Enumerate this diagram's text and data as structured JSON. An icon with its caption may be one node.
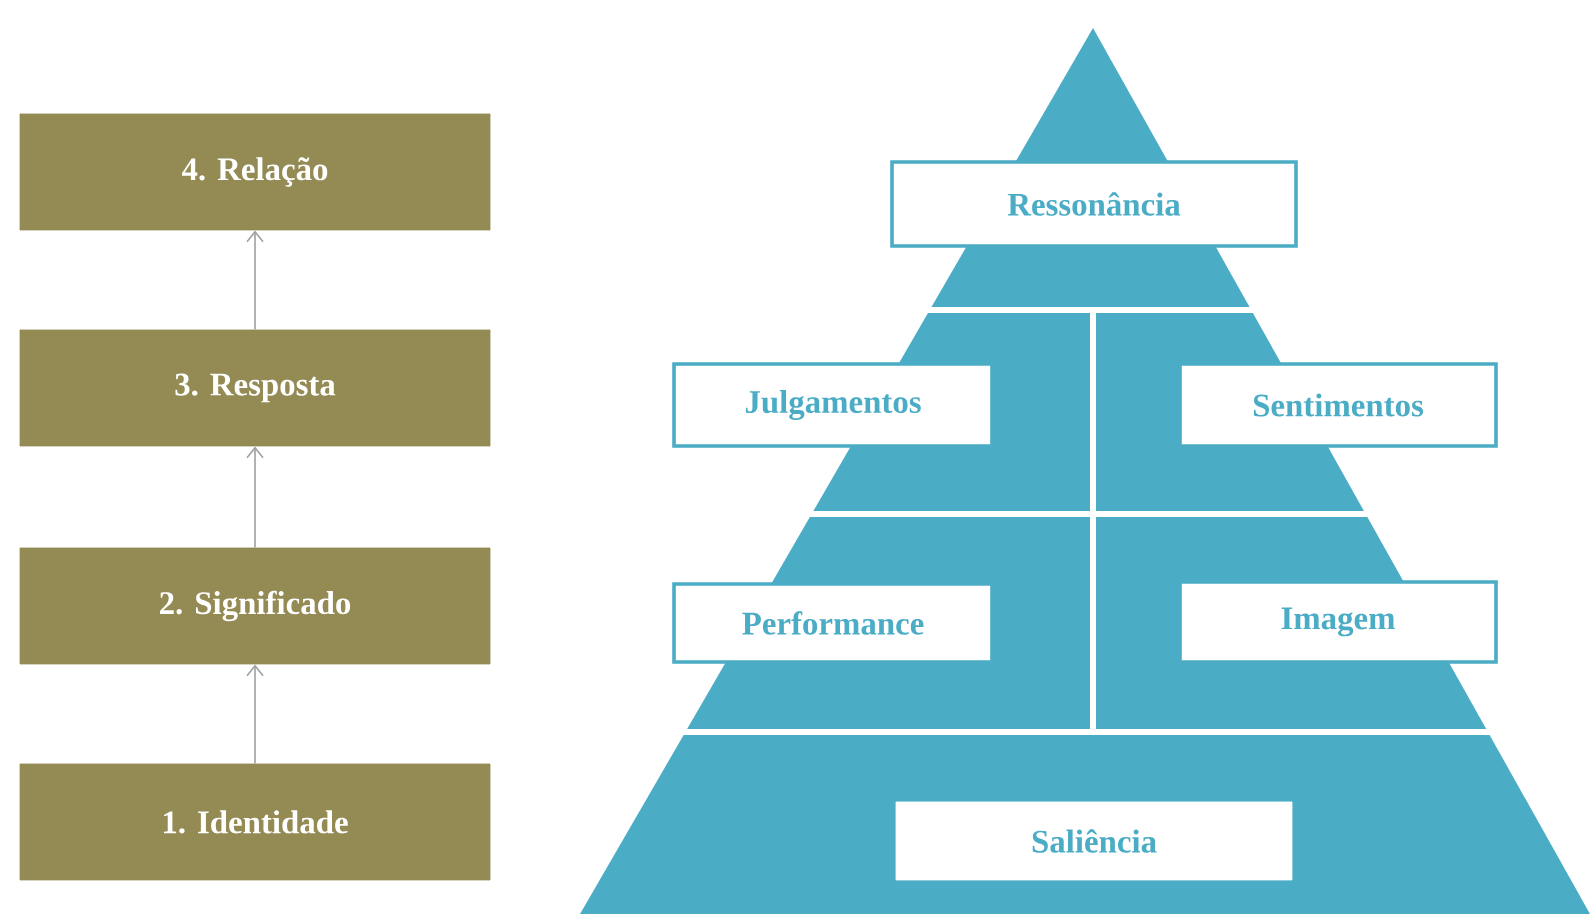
{
  "diagram": {
    "nodes": [
      {
        "text": [
          "4. Relação"
        ]
      },
      {
        "text": [
          "3. Resposta"
        ]
      },
      {
        "text": [
          "2. Significado"
        ]
      },
      {
        "text": [
          "1. Identidade"
        ]
      },
      {
        "text": [
          "Ressonância"
        ]
      },
      {
        "text": [
          "Julgamentos"
        ]
      },
      {
        "text": [
          "Sentimentos"
        ]
      },
      {
        "text": [
          "Performance"
        ]
      },
      {
        "text": [
          "Imagem"
        ]
      },
      {
        "text": [
          "Saliência"
        ]
      }
    ],
    "edges": [
      {
        "from": 3,
        "to": 2,
        "arrow": "to"
      },
      {
        "from": 2,
        "to": 1,
        "arrow": "to"
      },
      {
        "from": 1,
        "to": 0,
        "arrow": "to"
      }
    ]
  }
}
